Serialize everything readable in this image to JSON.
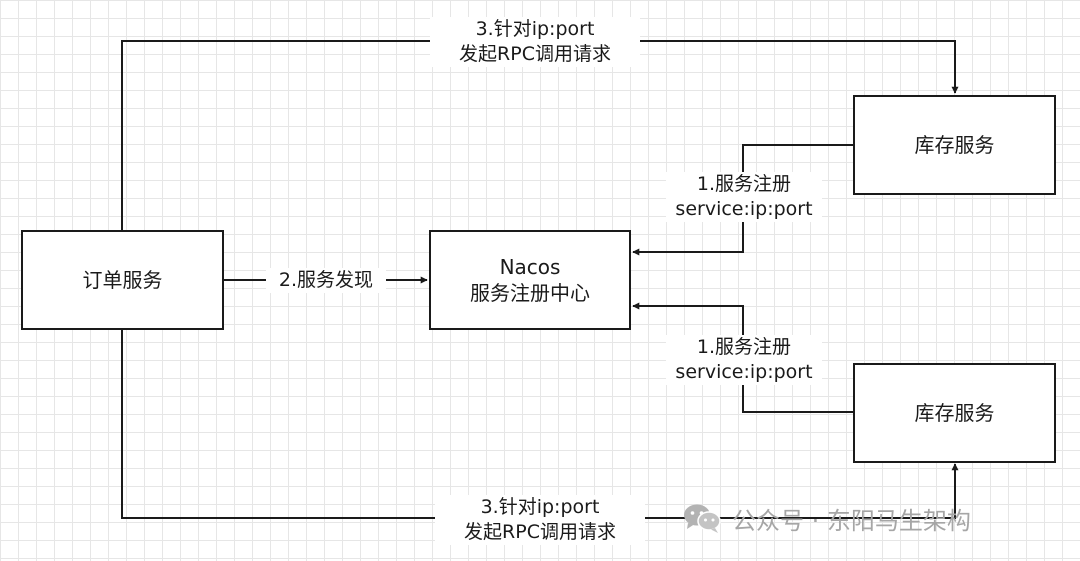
{
  "nodes": {
    "order_service": "订单服务",
    "nacos_title": "Nacos",
    "nacos_subtitle": "服务注册中心",
    "inventory_top": "库存服务",
    "inventory_bottom": "库存服务"
  },
  "edges": {
    "rpc_top": {
      "line1": "3.针对ip:port",
      "line2": "发起RPC调用请求"
    },
    "discovery": "2.服务发现",
    "register_top": {
      "line1": "1.服务注册",
      "line2": "service:ip:port"
    },
    "register_bottom": {
      "line1": "1.服务注册",
      "line2": "service:ip:port"
    },
    "rpc_bottom": {
      "line1": "3.针对ip:port",
      "line2": "发起RPC调用请求"
    }
  },
  "watermark": {
    "icon": "wechat-icon",
    "text": "公众号 · 东阳马生架构"
  }
}
